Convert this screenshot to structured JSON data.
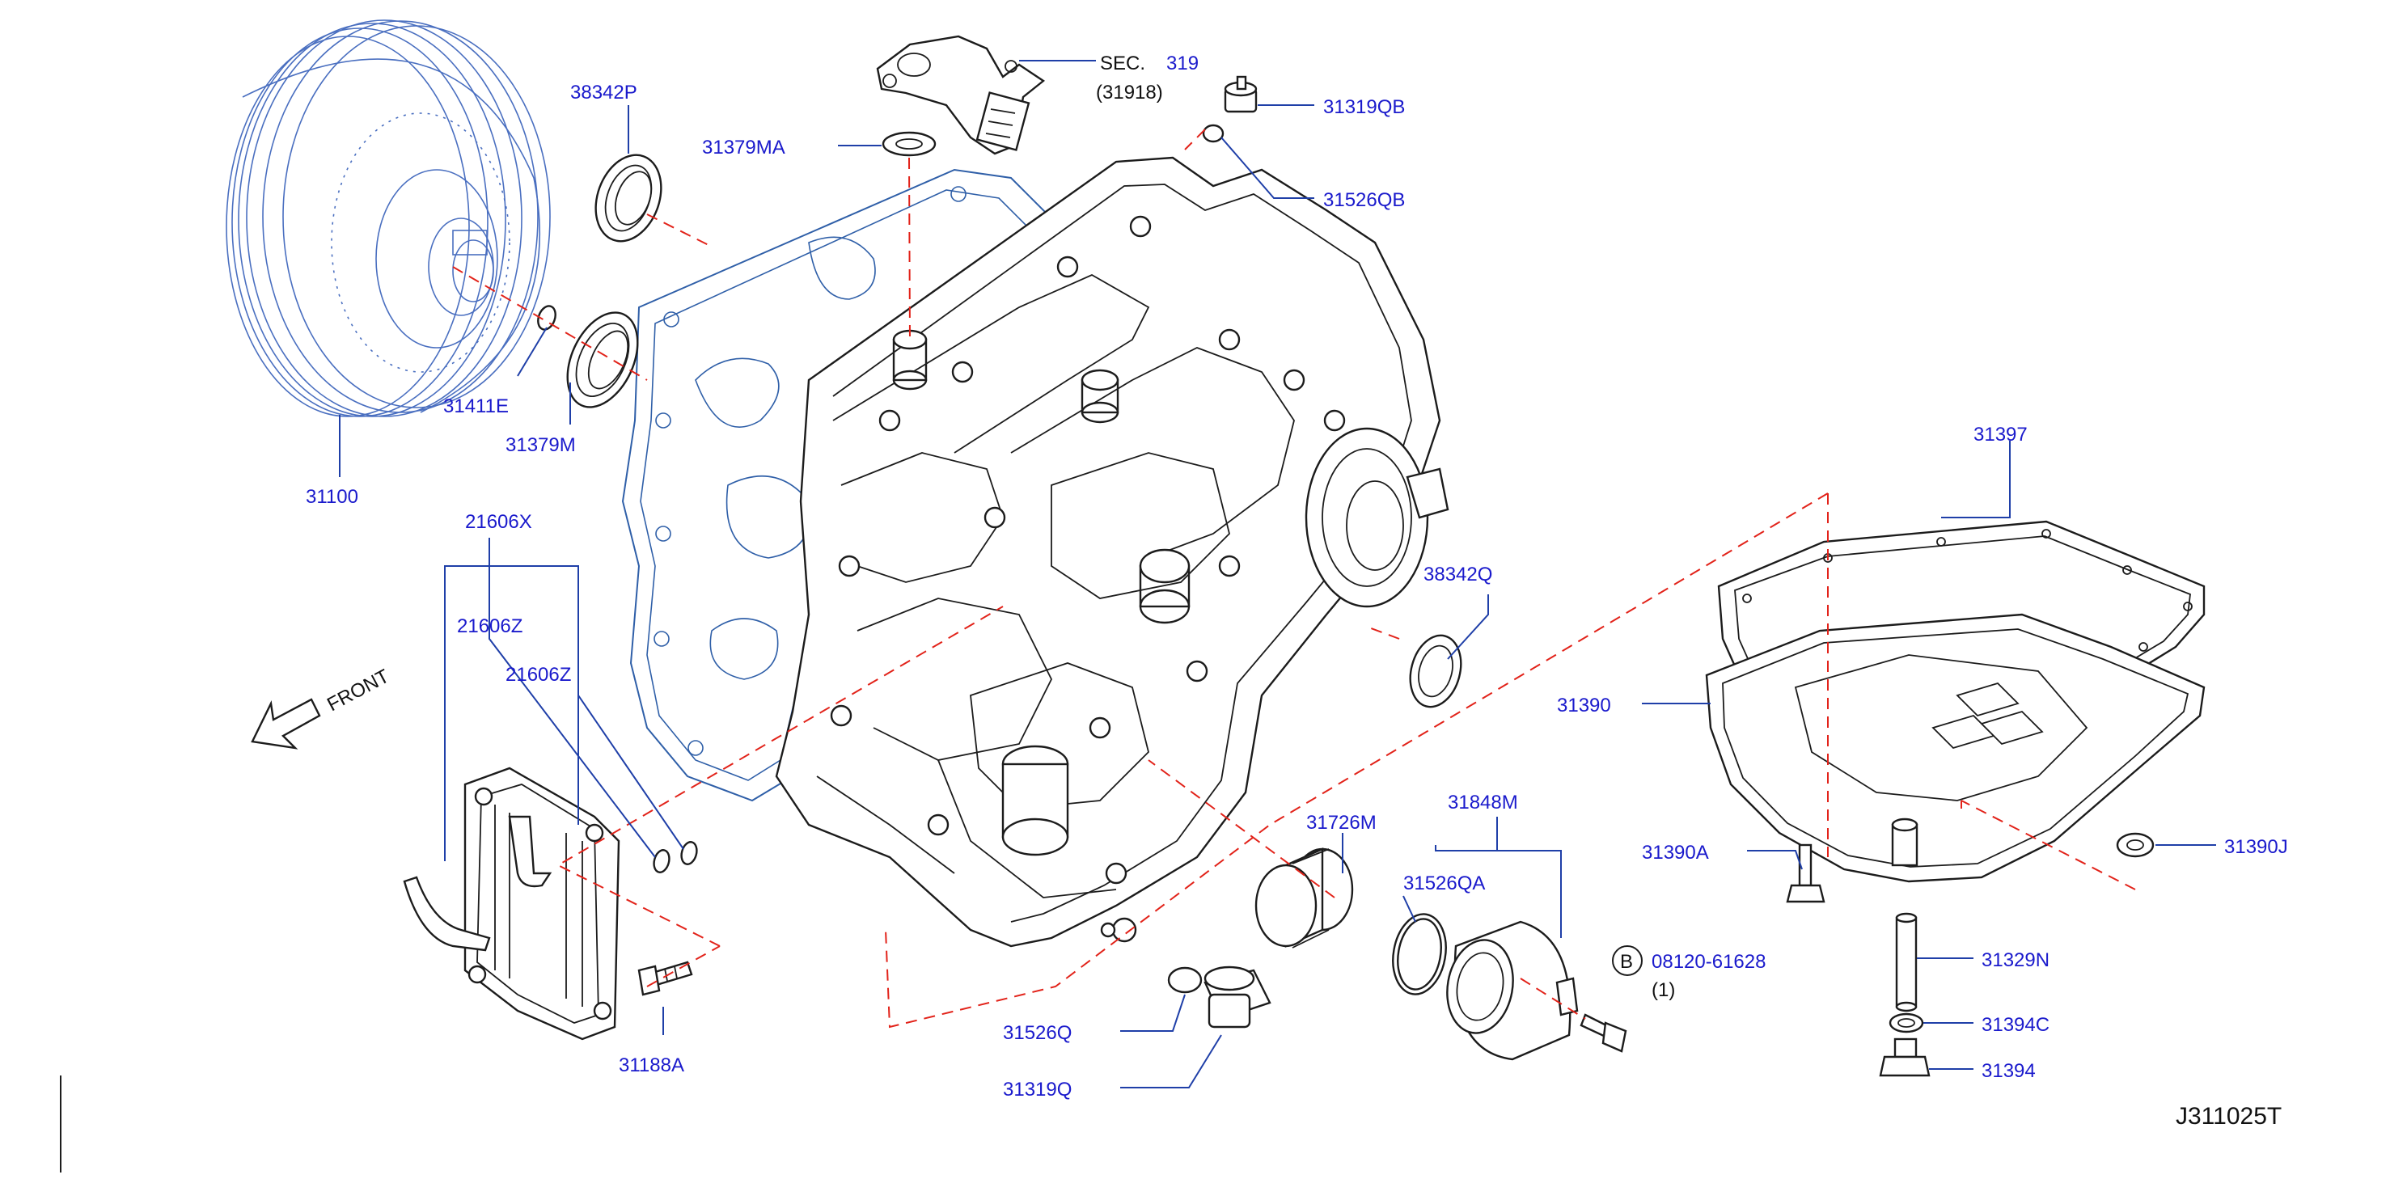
{
  "diagram": {
    "code": "J311025T",
    "front_label": "FRONT"
  },
  "labels": {
    "p38342P": "38342P",
    "p31379MA": "31379MA",
    "sec": "SEC.",
    "sec_num": "319",
    "sec_sub": "(31918)",
    "p31319QB": "31319QB",
    "p31526QB": "31526QB",
    "p31411E": "31411E",
    "p31379M": "31379M",
    "p31100": "31100",
    "p21606X": "21606X",
    "p21606Z_a": "21606Z",
    "p21606Z_b": "21606Z",
    "p38342Q": "38342Q",
    "p31397": "31397",
    "p31390": "31390",
    "p31848M": "31848M",
    "p31726M": "31726M",
    "p31526QA": "31526QA",
    "p31390A": "31390A",
    "p31390J": "31390J",
    "p08120": "08120-61628",
    "p08120_qty": "(1)",
    "b_badge": "B",
    "p31329N": "31329N",
    "p31394C": "31394C",
    "p31394": "31394",
    "p31188A": "31188A",
    "p31526Q": "31526Q",
    "p31319Q": "31319Q"
  },
  "colors": {
    "label": "#1a1acc",
    "leader": "#1f3fa8",
    "dashed_guide": "#e2231a",
    "case_outline": "#2f5fa8",
    "part_outline": "#1c1c1c"
  }
}
